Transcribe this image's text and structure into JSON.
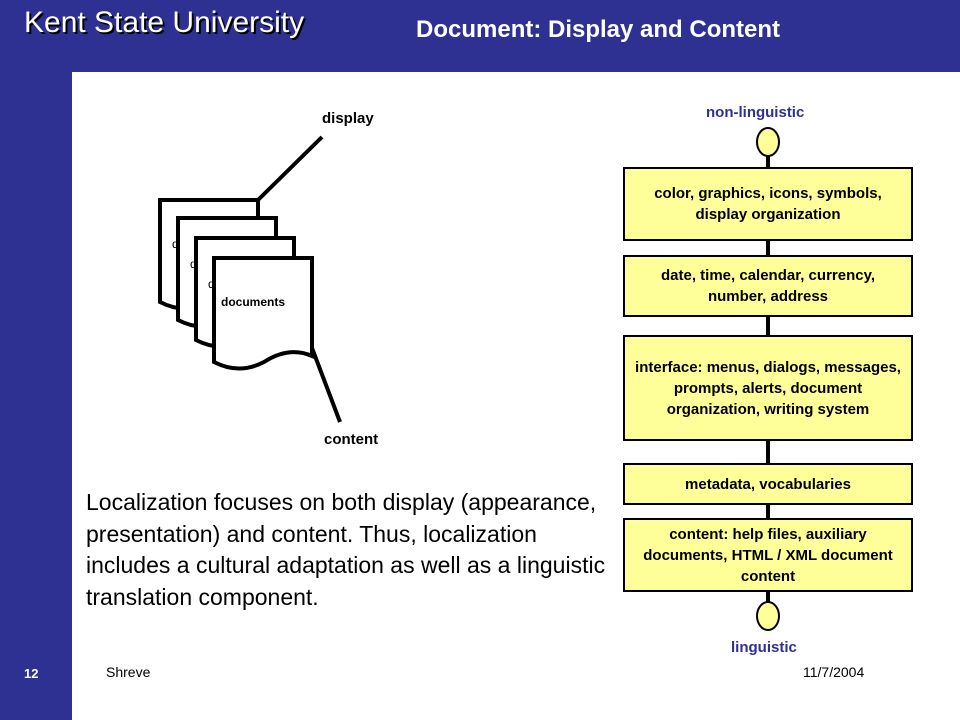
{
  "header": {
    "university": "Kent State University",
    "slide_title": "Document: Display and Content"
  },
  "diagram": {
    "display_label": "display",
    "content_label": "content",
    "documents_label": "documents"
  },
  "layers": {
    "top_label": "non-linguistic",
    "bottom_label": "linguistic",
    "boxes": [
      "color, graphics, icons, symbols, display organization",
      "date, time, calendar, currency, number, address",
      "interface: menus, dialogs, messages, prompts, alerts, document organization, writing system",
      "metadata, vocabularies",
      "content: help files, auxiliary documents, HTML / XML document content"
    ]
  },
  "body_text": "Localization focuses on both display (appearance, presentation) and content. Thus, localization includes a cultural adaptation as well as a linguistic translation component.",
  "footer": {
    "page_number": "12",
    "author": "Shreve",
    "date": "11/7/2004"
  },
  "colors": {
    "background": "#2e3192",
    "box_fill": "#ffff99",
    "label_blue": "#2e3192"
  }
}
